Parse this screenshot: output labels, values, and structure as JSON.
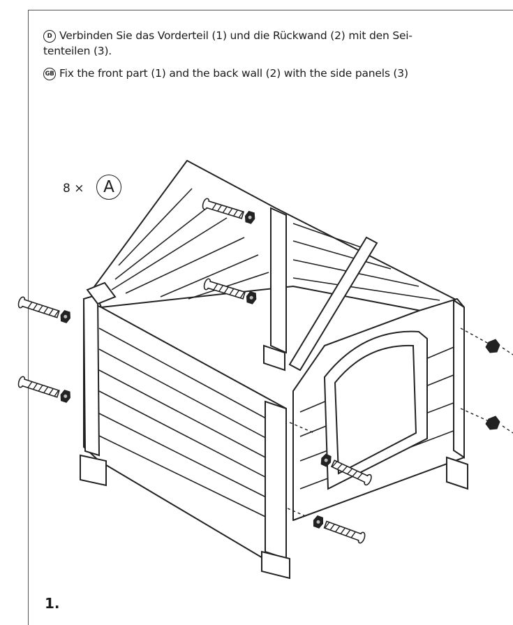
{
  "instructions": {
    "de": {
      "flag": "D",
      "line1": "Verbinden Sie das Vorderteil (1) und die Rückwand (2) mit den Sei-",
      "line2": "tenteilen (3)."
    },
    "gb": {
      "flag": "GB",
      "line1": "Fix the front part (1) and the back wall (2) with the side panels (3)"
    }
  },
  "hardware": {
    "quantity": "8 ×",
    "part_letter": "A"
  },
  "step": {
    "number": "1."
  }
}
